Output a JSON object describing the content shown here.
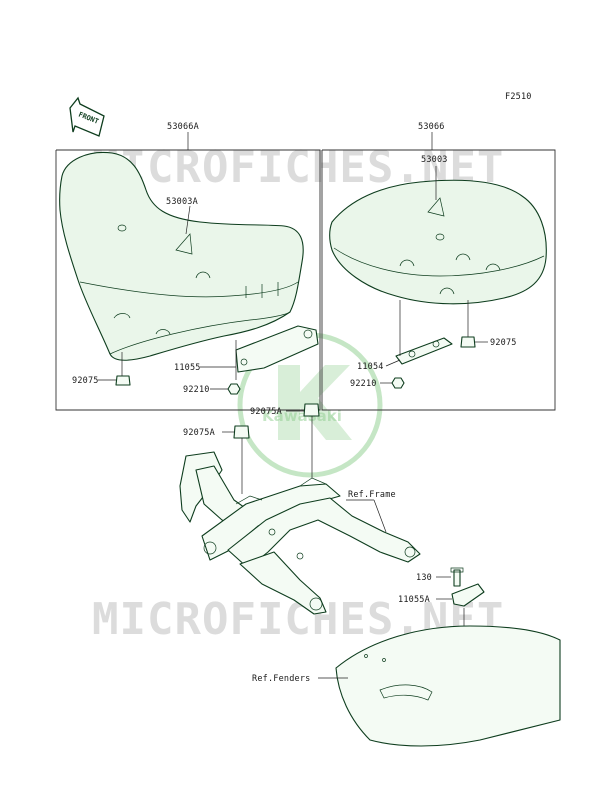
{
  "figure_code": "F2510",
  "front_label": "FRONT",
  "watermark": "MICROFICHES.NET",
  "brand": "Kawasaki",
  "colors": {
    "line": "#0e3d1e",
    "seat_fill": "#eaf6ea",
    "watermark": "#dcdcdc",
    "brand_green": "#4fb24f"
  },
  "callouts": {
    "seat_assy_front": "53066A",
    "seat_cover_front": "53003A",
    "seat_assy_rear": "53066",
    "seat_cover_rear": "53003",
    "bracket_front": "11055",
    "bracket_rear": "11054",
    "damper_front": "92075",
    "damper_rear": "92075",
    "nut_front": "92210",
    "nut_rear": "92210",
    "damper_a_top": "92075A",
    "damper_a_left": "92075A",
    "ref_frame": "Ref.Frame",
    "bolt": "130",
    "bracket_a": "11055A",
    "ref_fenders": "Ref.Fenders"
  }
}
